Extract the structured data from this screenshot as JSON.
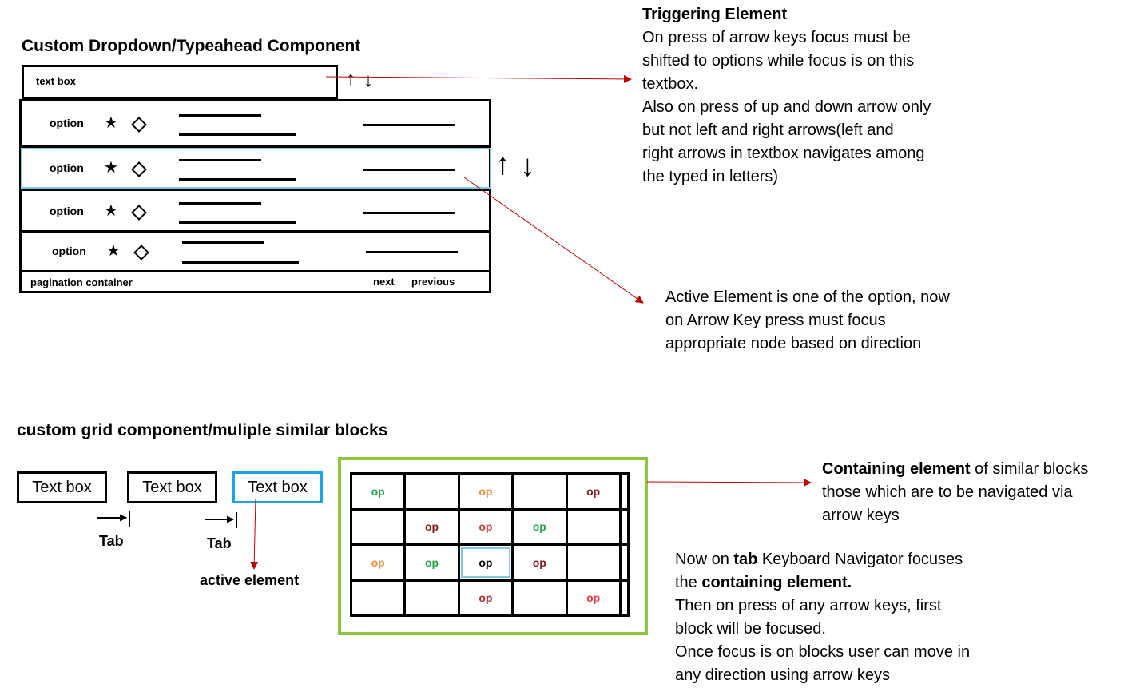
{
  "dropdown_section": {
    "title": "Custom Dropdown/Typeahead Component",
    "textbox_label": "text box",
    "options": [
      {
        "label": "option",
        "active": false
      },
      {
        "label": "option",
        "active": true
      },
      {
        "label": "option",
        "active": false
      },
      {
        "label": "option",
        "active": false
      }
    ],
    "pagination": {
      "label": "pagination container",
      "next": "next",
      "previous": "previous"
    },
    "arrow_up": "↑",
    "arrow_down": "↓"
  },
  "triggering_note": {
    "heading": "Triggering Element",
    "lines": [
      "On press of arrow keys focus must be",
      "shifted to options while focus is on this",
      "textbox.",
      "Also on press of up and down arrow only",
      "but not left and right arrows(left and",
      "right arrows in textbox navigates among",
      "the typed in letters)"
    ]
  },
  "active_note": {
    "lines": [
      "Active Element is one of the option, now",
      "on Arrow Key press must focus",
      "appropriate node based on direction"
    ]
  },
  "grid_section": {
    "title": "custom grid component/muliple similar blocks",
    "textboxes": [
      {
        "label": "Text box",
        "active": false
      },
      {
        "label": "Text box",
        "active": false
      },
      {
        "label": "Text box",
        "active": true
      }
    ],
    "tab_label_1": "Tab",
    "tab_label_2": "Tab",
    "active_element_label": "active element",
    "grid": [
      [
        {
          "text": "op",
          "color": "#22a84a"
        },
        {
          "text": "",
          "color": ""
        },
        {
          "text": "op",
          "color": "#f5883c"
        },
        {
          "text": "",
          "color": ""
        },
        {
          "text": "op",
          "color": "#8b1a1a"
        },
        {
          "text": "",
          "color": ""
        }
      ],
      [
        {
          "text": "",
          "color": ""
        },
        {
          "text": "op",
          "color": "#8b1a1a"
        },
        {
          "text": "op",
          "color": "#d63a3a"
        },
        {
          "text": "op",
          "color": "#22a84a"
        },
        {
          "text": "",
          "color": ""
        },
        {
          "text": "",
          "color": ""
        }
      ],
      [
        {
          "text": "op",
          "color": "#f5883c"
        },
        {
          "text": "op",
          "color": "#22a84a"
        },
        {
          "text": "op",
          "color": "#000000",
          "focused": true
        },
        {
          "text": "op",
          "color": "#8b1a1a"
        },
        {
          "text": "",
          "color": ""
        },
        {
          "text": "",
          "color": ""
        }
      ],
      [
        {
          "text": "",
          "color": ""
        },
        {
          "text": "",
          "color": ""
        },
        {
          "text": "op",
          "color": "#b8232d"
        },
        {
          "text": "",
          "color": ""
        },
        {
          "text": "op",
          "color": "#e8383d"
        },
        {
          "text": "",
          "color": ""
        }
      ]
    ]
  },
  "containing_note": {
    "heading_bold": "Containing element",
    "heading_rest": " of similar blocks",
    "lines": [
      "those which are to be navigated via",
      "arrow keys"
    ]
  },
  "tab_note": {
    "line1_pre": "Now on ",
    "line1_bold": "tab",
    "line1_post": " Keyboard Navigator focuses",
    "line2_pre": "the ",
    "line2_bold": "containing element.",
    "lines": [
      "Then on press of any arrow keys, first",
      "block will be focused.",
      "Once focus is on blocks user can move in",
      "any direction using arrow keys"
    ]
  },
  "colors": {
    "pointer_arrow": "#c00000",
    "active_focus": "#7ec8e3",
    "active_textbox": "#1aa3e8",
    "container_border": "#8dc63f"
  }
}
